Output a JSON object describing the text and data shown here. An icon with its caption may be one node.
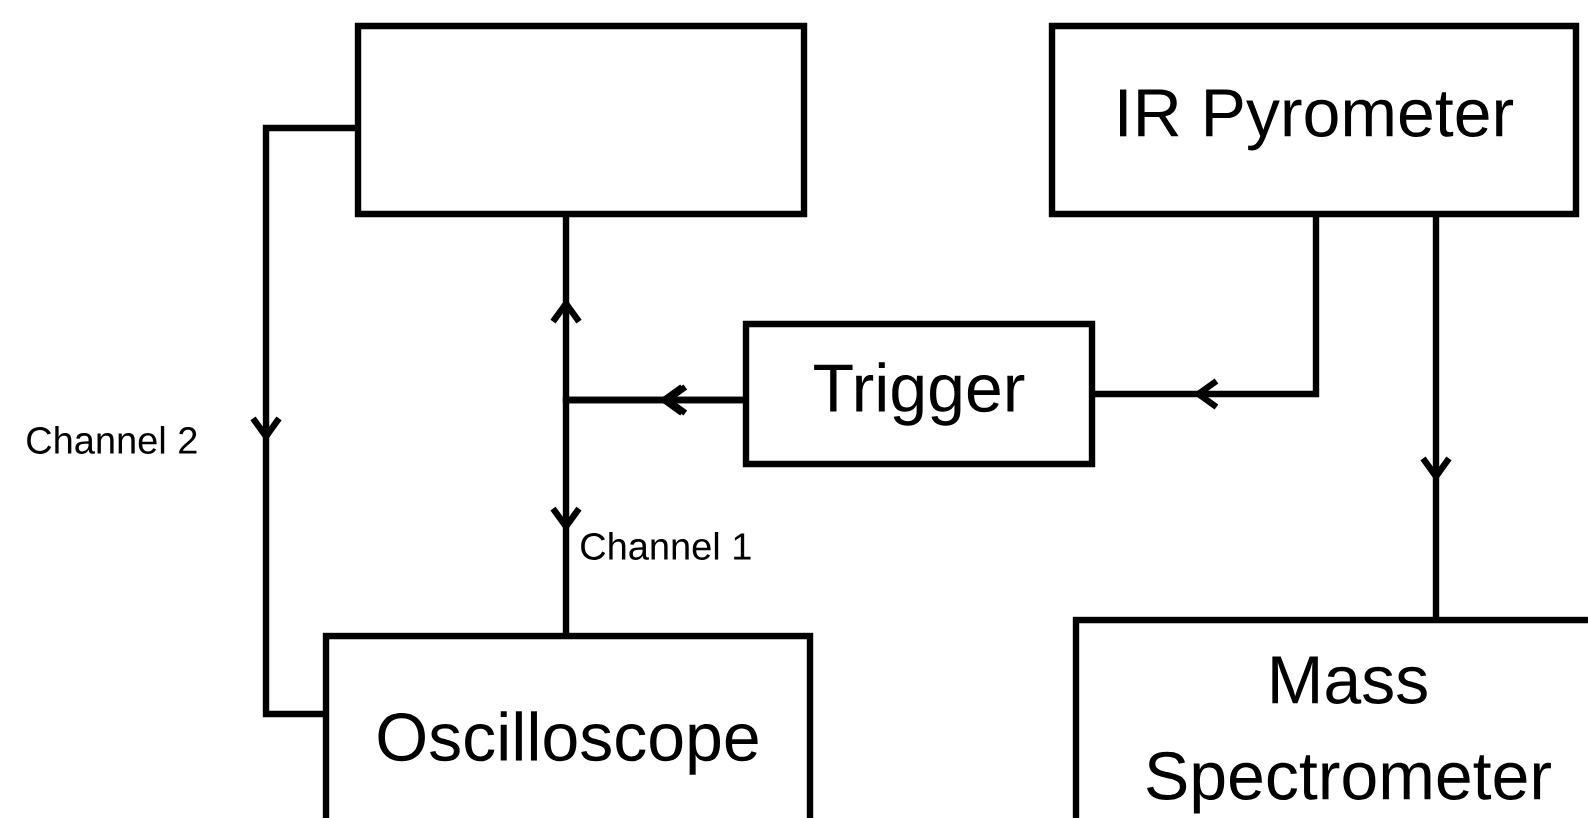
{
  "diagram": {
    "nodes": [
      {
        "text": [],
        "shape": "box"
      },
      {
        "text": [
          "IR Pyrometer"
        ]
      },
      {
        "text": [
          "Trigger"
        ]
      },
      {
        "text": [
          "Oscilloscope"
        ]
      },
      {
        "text": [
          "Mass Spectrometer"
        ]
      }
    ],
    "edges": [
      {
        "from": 0,
        "to": 3,
        "arrow": "to",
        "label": "Channel 2"
      },
      {
        "from": 1,
        "to": 2,
        "arrow": "to"
      },
      {
        "from": 2,
        "to": 0,
        "arrow": "to"
      },
      {
        "from": 2,
        "to": 3,
        "arrow": "to",
        "label": "Channel 1"
      },
      {
        "from": 1,
        "to": 4,
        "arrow": "to"
      }
    ]
  }
}
